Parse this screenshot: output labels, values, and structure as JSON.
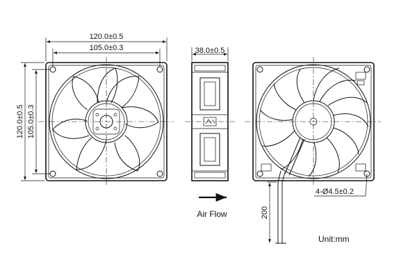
{
  "dimensions": {
    "overall_width": "120.0±0.5",
    "hole_spacing_width": "105.0±0.3",
    "depth": "38.0±0.5",
    "overall_height": "120.0±0.5",
    "hole_spacing_height": "105.0±0.3",
    "mount_holes": "4-Ø4.5±0.2",
    "lead_length": "200"
  },
  "labels": {
    "air_flow": "Air Flow",
    "unit": "Unit:mm"
  }
}
